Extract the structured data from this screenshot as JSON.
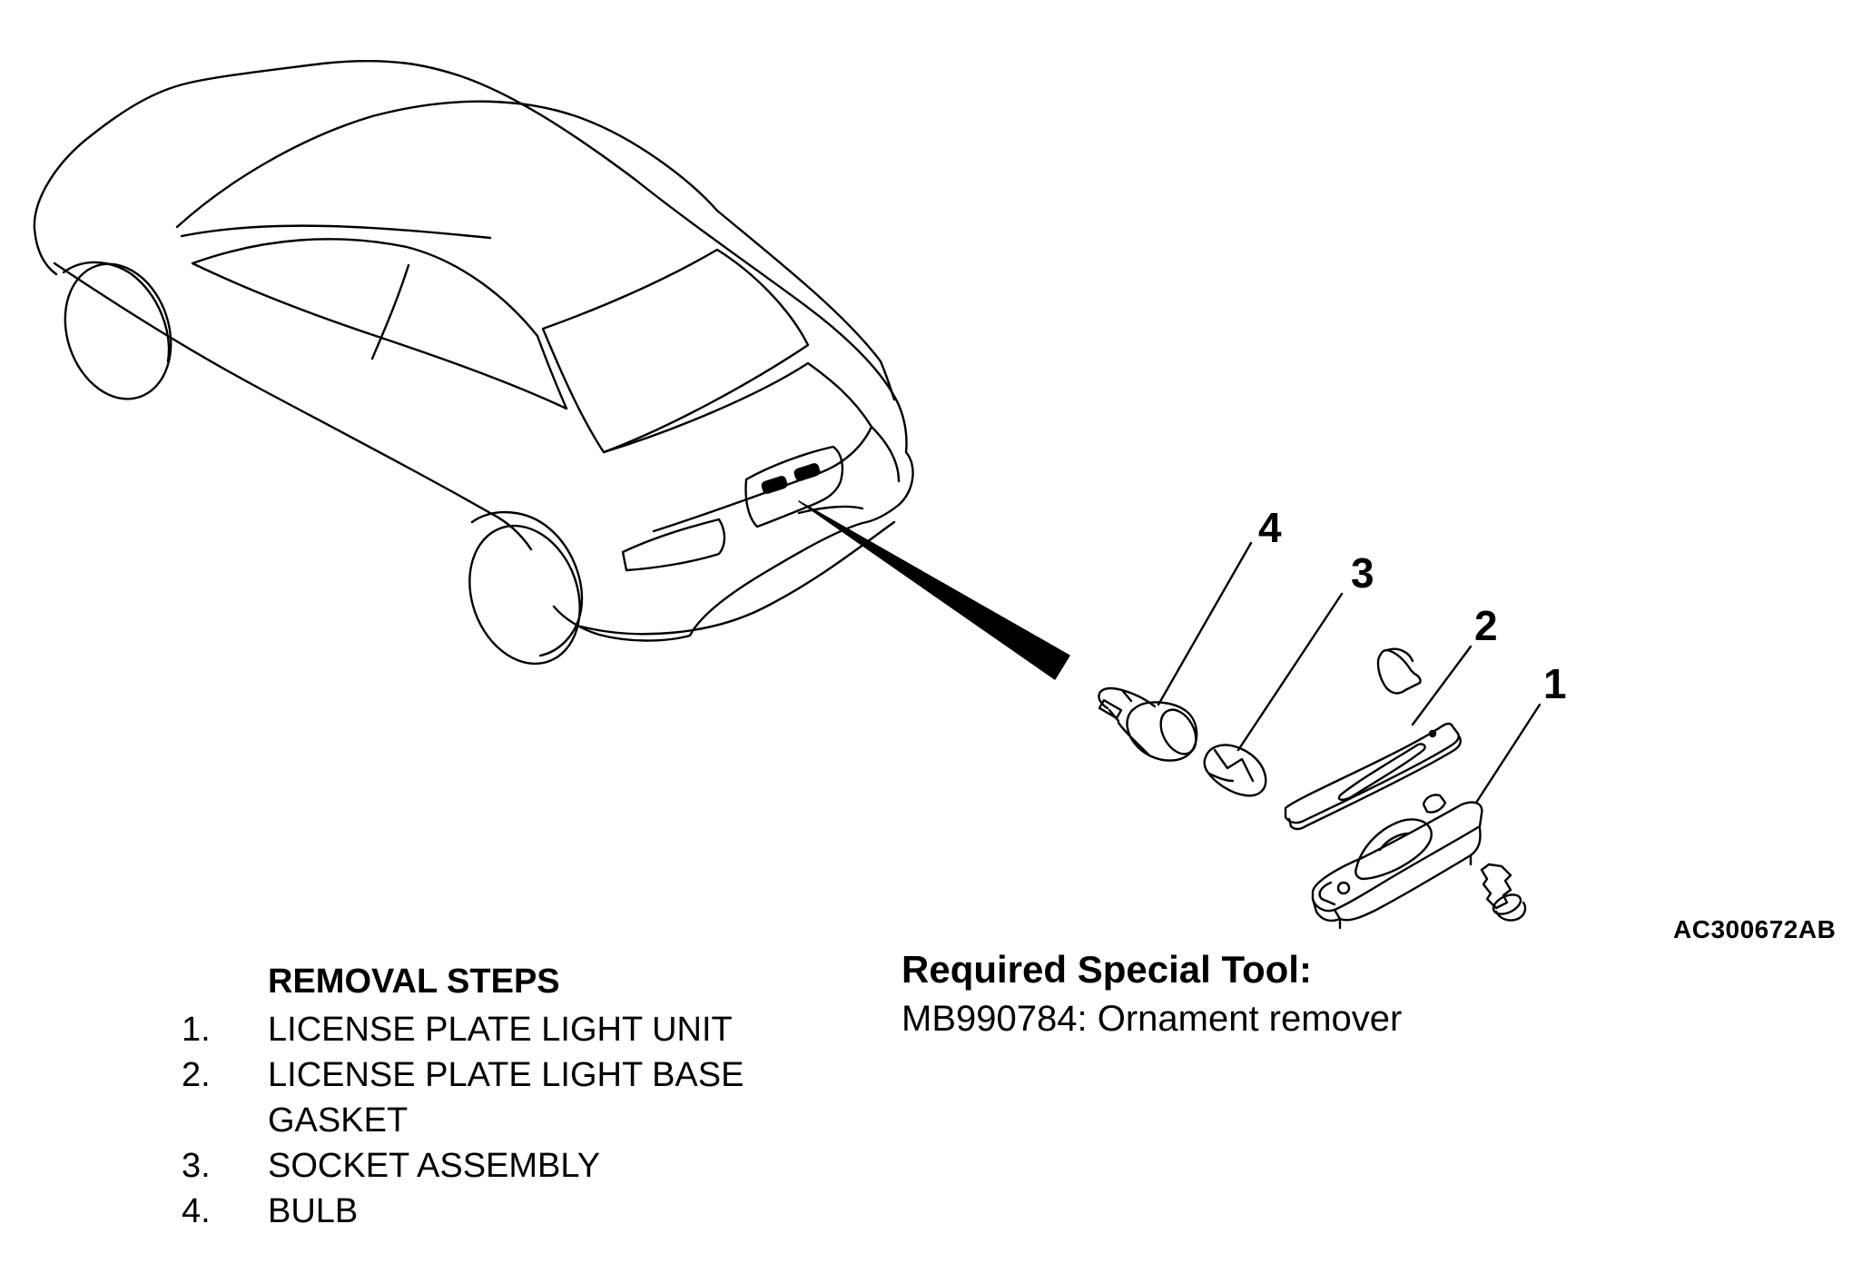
{
  "callouts": [
    "1",
    "2",
    "3",
    "4"
  ],
  "figure_code": "AC300672AB",
  "removal": {
    "title": "REMOVAL STEPS",
    "steps": [
      {
        "num": "1.",
        "text": "LICENSE PLATE LIGHT UNIT"
      },
      {
        "num": "2.",
        "text": "LICENSE PLATE LIGHT BASE GASKET"
      },
      {
        "num": "3.",
        "text": "SOCKET ASSEMBLY"
      },
      {
        "num": "4.",
        "text": "BULB"
      }
    ]
  },
  "special_tool": {
    "title": "Required Special Tool:",
    "description": "MB990784: Ornament remover"
  }
}
